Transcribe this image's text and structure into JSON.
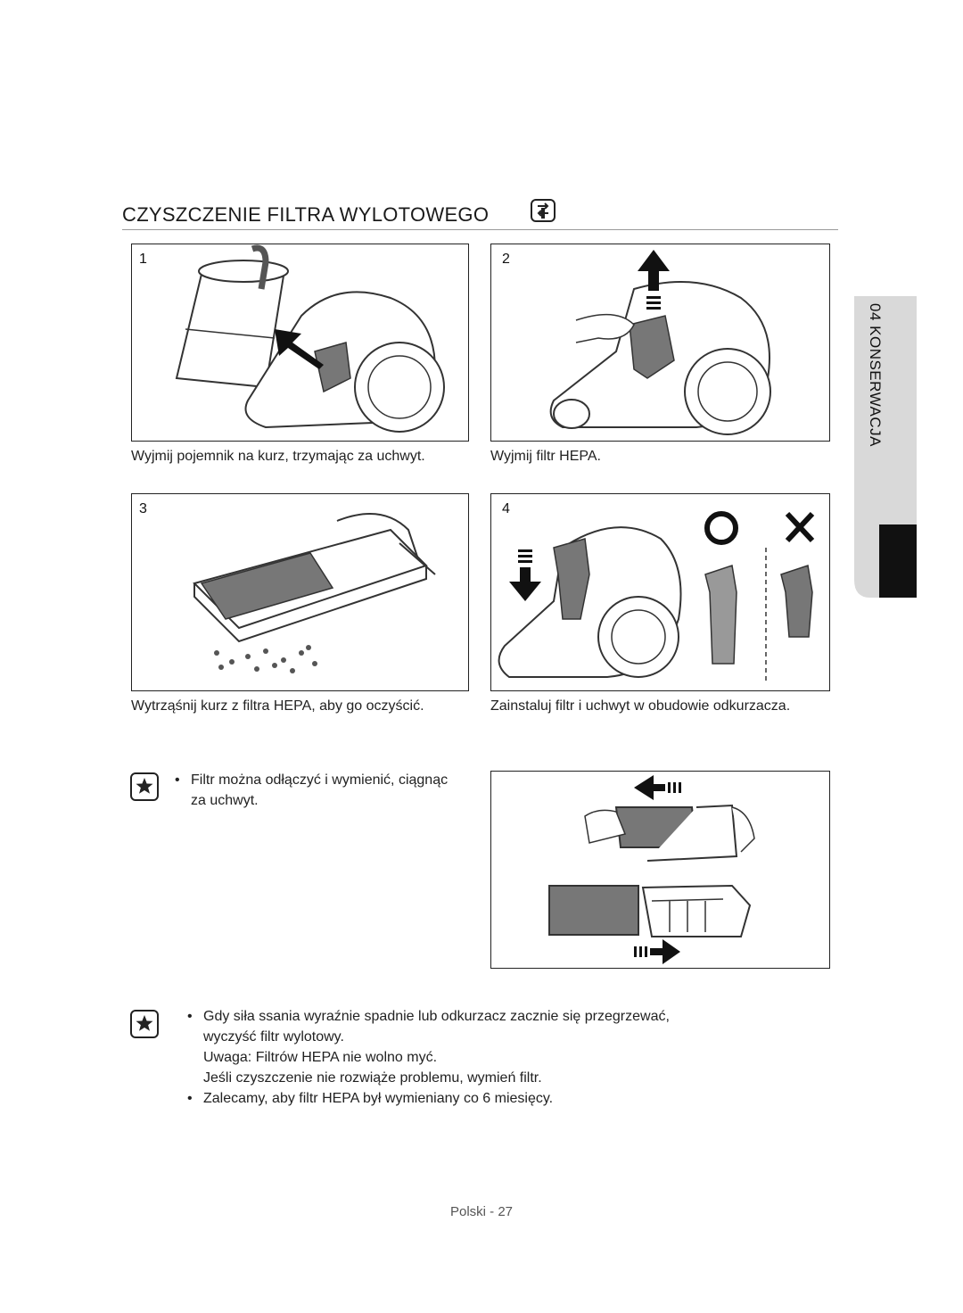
{
  "section": {
    "title": "CZYSZCZENIE FILTRA WYLOTOWEGO",
    "title_icon": "filter-exchange-icon"
  },
  "side_tab": {
    "label": "04 KONSERWACJA"
  },
  "steps": [
    {
      "number": "1",
      "caption": "Wyjmij pojemnik na kurz, trzymając za uchwyt."
    },
    {
      "number": "2",
      "caption": "Wyjmij filtr HEPA."
    },
    {
      "number": "3",
      "caption": "Wytrząśnij kurz z filtra HEPA, aby go oczyścić."
    },
    {
      "number": "4",
      "caption": "Zainstaluj filtr i uchwyt w obudowie odkurzacza."
    }
  ],
  "note1": {
    "icon": "star-note-icon",
    "bullet": "Filtr można odłączyć i wymienić, ciągnąc za uchwyt."
  },
  "note2": {
    "icon": "star-note-icon",
    "bullet1_line1": "Gdy siła ssania wyraźnie spadnie lub odkurzacz zacznie się przegrzewać,",
    "bullet1_line2": "wyczyść filtr wylotowy.",
    "bullet1_line3": "Uwaga: Filtrów HEPA nie wolno myć.",
    "bullet1_line4": "Jeśli czyszczenie nie rozwiąże problemu, wymień filtr.",
    "bullet2": "Zalecamy, aby filtr HEPA był wymieniany co 6 miesięcy."
  },
  "footer": {
    "page": "Polski - 27"
  },
  "colors": {
    "text": "#222222",
    "rule": "#9a9a9a",
    "tab_grey": "#d9d9d9",
    "tab_black": "#111111",
    "filter_grey": "#777777"
  }
}
